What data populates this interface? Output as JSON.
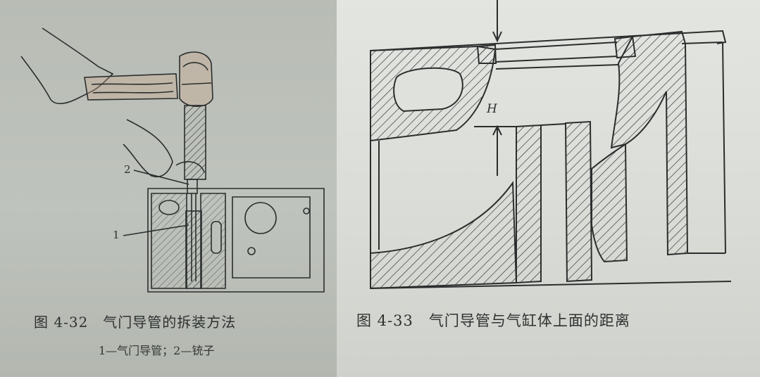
{
  "figure_left": {
    "caption": "图 4-32　气门导管的拆装方法",
    "legend": "1—气门导管；2—铳子",
    "callouts": {
      "label1": "1",
      "label2": "2"
    }
  },
  "figure_right": {
    "caption": "图 4-33　气门导管与气缸体上面的距离",
    "dimension_label": "H"
  },
  "colors": {
    "ink": "#2b2e2d",
    "paper_left": "#bcc0ba",
    "paper_right": "#dfe1dd"
  }
}
